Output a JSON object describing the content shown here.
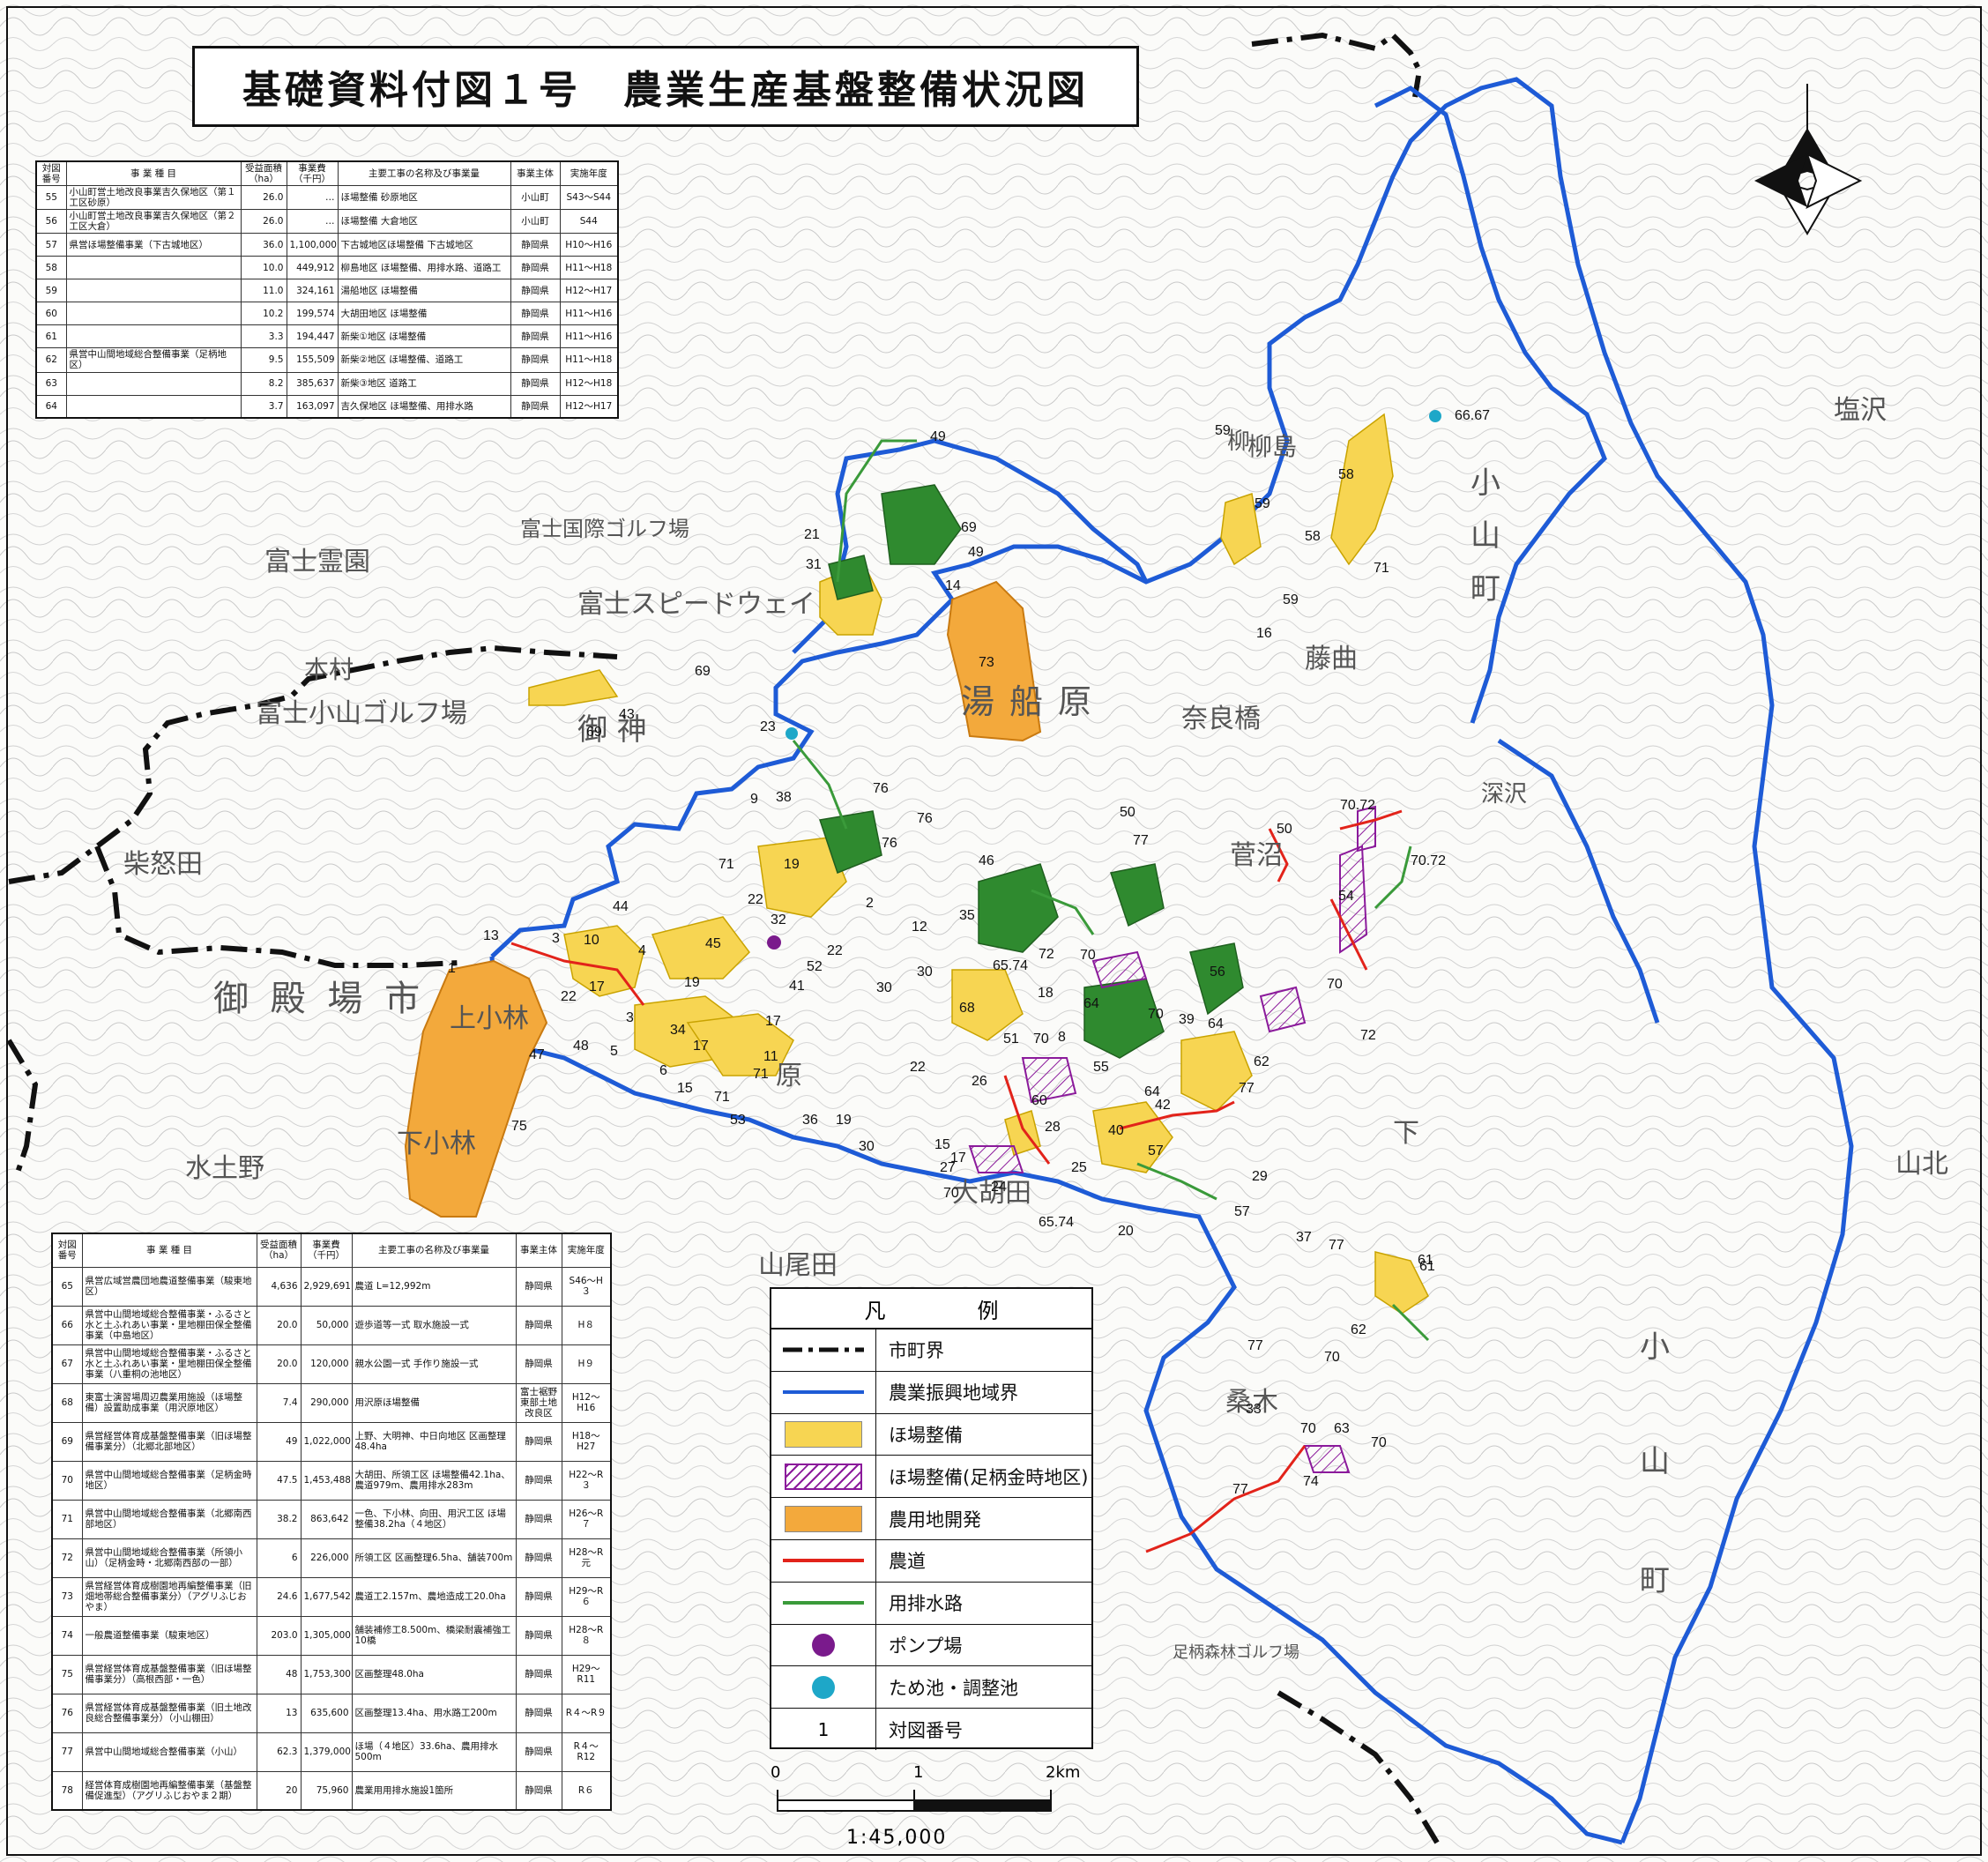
{
  "title": "基礎資料付図１号　農業生産基盤整備状況図",
  "table_top": {
    "headers": [
      "対図番号",
      "事 業 種 目",
      "受益面積（ha）",
      "事業費（千円）",
      "主要工事の名称及び事業量",
      "事業主体",
      "実施年度"
    ],
    "rows": [
      {
        "no": "55",
        "name": "小山町営土地改良事業吉久保地区（第１工区砂原）",
        "area": "26.0",
        "cost": "…",
        "work": "ほ場整備 砂原地区",
        "entity": "小山町",
        "year": "S43～S44"
      },
      {
        "no": "56",
        "name": "小山町営土地改良事業吉久保地区（第２工区大倉）",
        "area": "26.0",
        "cost": "…",
        "work": "ほ場整備 大倉地区",
        "entity": "小山町",
        "year": "S44"
      },
      {
        "no": "57",
        "name": "県営ほ場整備事業（下古城地区）",
        "area": "36.0",
        "cost": "1,100,000",
        "work": "下古城地区ほ場整備 下古城地区",
        "entity": "静岡県",
        "year": "H10～H16"
      },
      {
        "no": "58",
        "name": "",
        "area": "10.0",
        "cost": "449,912",
        "work": "柳島地区 ほ場整備、用排水路、道路工",
        "entity": "静岡県",
        "year": "H11～H18"
      },
      {
        "no": "59",
        "name": "",
        "area": "11.0",
        "cost": "324,161",
        "work": "湯船地区 ほ場整備",
        "entity": "静岡県",
        "year": "H12～H17"
      },
      {
        "no": "60",
        "name": "",
        "area": "10.2",
        "cost": "199,574",
        "work": "大胡田地区 ほ場整備",
        "entity": "静岡県",
        "year": "H11～H16"
      },
      {
        "no": "61",
        "name": "",
        "area": "3.3",
        "cost": "194,447",
        "work": "新柴①地区 ほ場整備",
        "entity": "静岡県",
        "year": "H11～H16"
      },
      {
        "no": "62",
        "name": "県営中山間地域総合整備事業（足柄地区）",
        "area": "9.5",
        "cost": "155,509",
        "work": "新柴②地区 ほ場整備、道路工",
        "entity": "静岡県",
        "year": "H11～H18"
      },
      {
        "no": "63",
        "name": "",
        "area": "8.2",
        "cost": "385,637",
        "work": "新柴③地区 道路工",
        "entity": "静岡県",
        "year": "H12～H18"
      },
      {
        "no": "64",
        "name": "",
        "area": "3.7",
        "cost": "163,097",
        "work": "吉久保地区 ほ場整備、用排水路",
        "entity": "静岡県",
        "year": "H12～H17"
      }
    ]
  },
  "table_bottom": {
    "headers": [
      "対図番号",
      "事 業 種 目",
      "受益面積（ha）",
      "事業費（千円）",
      "主要工事の名称及び事業量",
      "事業主体",
      "実施年度"
    ],
    "rows": [
      {
        "no": "65",
        "name": "県営広域営農団地農道整備事業（駿東地区）",
        "area": "4,636",
        "cost": "2,929,691",
        "work": "農道 L=12,992m",
        "entity": "静岡県",
        "year": "S46～H３"
      },
      {
        "no": "66",
        "name": "県営中山間地域総合整備事業・ふるさと水と土ふれあい事業・里地棚田保全整備事業（中島地区）",
        "area": "20.0",
        "cost": "50,000",
        "work": "遊歩道等一式 取水施設一式",
        "entity": "静岡県",
        "year": "H８"
      },
      {
        "no": "67",
        "name": "県営中山間地域総合整備事業・ふるさと水と土ふれあい事業・里地棚田保全整備事業（八重桐の池地区）",
        "area": "20.0",
        "cost": "120,000",
        "work": "親水公園一式 手作り施設一式",
        "entity": "静岡県",
        "year": "H９"
      },
      {
        "no": "68",
        "name": "東富士演習場周辺農業用施設（ほ場整備）設置助成事業（用沢原地区）",
        "area": "7.4",
        "cost": "290,000",
        "work": "用沢原ほ場整備",
        "entity": "富士裾野東部土地改良区",
        "year": "H12～H16"
      },
      {
        "no": "69",
        "name": "県営経営体育成基盤整備事業（旧ほ場整備事業分）（北郷北部地区）",
        "area": "49",
        "cost": "1,022,000",
        "work": "上野、大明神、中日向地区 区画整理48.4ha",
        "entity": "静岡県",
        "year": "H18～H27"
      },
      {
        "no": "70",
        "name": "県営中山間地域総合整備事業（足柄金時地区）",
        "area": "47.5",
        "cost": "1,453,488",
        "work": "大胡田、所領工区 ほ場整備42.1ha、農道979m、農用排水283m",
        "entity": "静岡県",
        "year": "H22～R３"
      },
      {
        "no": "71",
        "name": "県営中山間地域総合整備事業（北郷南西部地区）",
        "area": "38.2",
        "cost": "863,642",
        "work": "一色、下小林、向田、用沢工区 ほ場整備38.2ha（４地区）",
        "entity": "静岡県",
        "year": "H26～R７"
      },
      {
        "no": "72",
        "name": "県営中山間地域総合整備事業（所領小山）（足柄金時・北郷南西部の一部）",
        "area": "6",
        "cost": "226,000",
        "work": "所領工区 区画整理6.5ha、舗装700m",
        "entity": "静岡県",
        "year": "H28～R元"
      },
      {
        "no": "73",
        "name": "県営経営体育成樹園地再編整備事業（旧畑地帯総合整備事業分）（アグリふじおやま）",
        "area": "24.6",
        "cost": "1,677,542",
        "work": "農道工2.157m、農地造成工20.0ha",
        "entity": "静岡県",
        "year": "H29～R６"
      },
      {
        "no": "74",
        "name": "一般農道整備事業（駿東地区）",
        "area": "203.0",
        "cost": "1,305,000",
        "work": "舗装補修工8.500m、橋梁耐震補強工10橋",
        "entity": "静岡県",
        "year": "H28～R８"
      },
      {
        "no": "75",
        "name": "県営経営体育成基盤整備事業（旧ほ場整備事業分）（高根西部・一色）",
        "area": "48",
        "cost": "1,753,300",
        "work": "区画整理48.0ha",
        "entity": "静岡県",
        "year": "H29～R11"
      },
      {
        "no": "76",
        "name": "県営経営体育成基盤整備事業（旧土地改良総合整備事業分）（小山棚田）",
        "area": "13",
        "cost": "635,600",
        "work": "区画整理13.4ha、用水路工200m",
        "entity": "静岡県",
        "year": "R４～R９"
      },
      {
        "no": "77",
        "name": "県営中山間地域総合整備事業（小山）",
        "area": "62.3",
        "cost": "1,379,000",
        "work": "ほ場（４地区）33.6ha、農用排水500m",
        "entity": "静岡県",
        "year": "R４～R12"
      },
      {
        "no": "78",
        "name": "経営体育成樹園地再編整備事業（基盤整備促進型）（アグリふじおやま２期）",
        "area": "20",
        "cost": "75,960",
        "work": "農業用用排水施設1箇所",
        "entity": "静岡県",
        "year": "R６"
      }
    ]
  },
  "legend": {
    "title": "凡　例",
    "items": [
      {
        "label": "市町界",
        "kind": "dashdot",
        "color": "#111111"
      },
      {
        "label": "農業振興地域界",
        "kind": "line",
        "color": "#1e5bd6"
      },
      {
        "label": "ほ場整備",
        "kind": "fill",
        "color": "#f7d552"
      },
      {
        "label": "ほ場整備(足柄金時地区)",
        "kind": "hatch",
        "color": "#8b1a9b"
      },
      {
        "label": "農用地開発",
        "kind": "fill",
        "color": "#f3a93c"
      },
      {
        "label": "農道",
        "kind": "line",
        "color": "#e2231a"
      },
      {
        "label": "用排水路",
        "kind": "line",
        "color": "#3a9a3a"
      },
      {
        "label": "ポンプ場",
        "kind": "dot",
        "color": "#7a1a8c"
      },
      {
        "label": "ため池・調整池",
        "kind": "dot",
        "color": "#1ea7c8"
      },
      {
        "label": "対図番号",
        "kind": "text",
        "symbol": "1"
      }
    ]
  },
  "scale": {
    "ticks": [
      "0",
      "1",
      "2km"
    ],
    "ratio": "1:45,000"
  },
  "place_labels": [
    {
      "id": "place-yubunehara-1",
      "text": "湯"
    },
    {
      "id": "place-yubunehara-2",
      "text": "船"
    },
    {
      "id": "place-yubunehara-3",
      "text": "原"
    },
    {
      "id": "place-gotemba",
      "text": "御 殿 場 市"
    },
    {
      "id": "place-oyama-1",
      "text": "小"
    },
    {
      "id": "place-oyama-2",
      "text": "山"
    },
    {
      "id": "place-oyama-3",
      "text": "町"
    },
    {
      "id": "place-oyama-b1",
      "text": "小"
    },
    {
      "id": "place-oyama-b2",
      "text": "山"
    },
    {
      "id": "place-oyama-b3",
      "text": "町"
    },
    {
      "id": "place-fujiyuki",
      "text": "富士霊園"
    },
    {
      "id": "place-speedway",
      "text": "富士スピードウェイ"
    },
    {
      "id": "place-golf-oyama",
      "text": "富士小山ゴルフ場"
    },
    {
      "id": "place-golf-ashigara",
      "text": "足柄森林ゴルフ場"
    },
    {
      "id": "place-kamishobayashi",
      "text": "上小林"
    },
    {
      "id": "place-shimokobayashi",
      "text": "下小林"
    },
    {
      "id": "place-mizutsuchino",
      "text": "水土野"
    },
    {
      "id": "place-kashiwada",
      "text": "柴怒田"
    },
    {
      "id": "place-ogota",
      "text": "大胡田"
    },
    {
      "id": "place-yamaoda",
      "text": "山尾田"
    },
    {
      "id": "place-yagiasawa",
      "text": "柳島"
    },
    {
      "id": "place-fujita",
      "text": "藤曲"
    },
    {
      "id": "place-naraba",
      "text": "奈良橋"
    },
    {
      "id": "place-kuwaki",
      "text": "桑木"
    },
    {
      "id": "place-yanagi",
      "text": "柳"
    },
    {
      "id": "place-gotemba-golf",
      "text": "富士国際ゴルフ場"
    },
    {
      "id": "place-kamino",
      "text": "御 神"
    },
    {
      "id": "place-honmura",
      "text": "本村"
    },
    {
      "id": "place-hara",
      "text": "原"
    },
    {
      "id": "place-oshawa",
      "text": "塩沢"
    },
    {
      "id": "place-sugawara",
      "text": "菅沼"
    },
    {
      "id": "place-shimo",
      "text": "下"
    },
    {
      "id": "place-yamakita",
      "text": "山北"
    },
    {
      "id": "place-fukasawa",
      "text": "深沢"
    }
  ],
  "area_numbers": [
    "49",
    "69",
    "21",
    "31",
    "14",
    "49",
    "73",
    "69",
    "43",
    "69",
    "23",
    "9",
    "38",
    "76",
    "76",
    "76",
    "50",
    "50",
    "77",
    "70.72",
    "70.72",
    "54",
    "59",
    "59",
    "58",
    "58",
    "71",
    "59",
    "16",
    "66.67",
    "71",
    "19",
    "22",
    "32",
    "45",
    "44",
    "13",
    "3",
    "10",
    "4",
    "1",
    "22",
    "17",
    "19",
    "3",
    "34",
    "17",
    "48",
    "47",
    "5",
    "6",
    "15",
    "71",
    "53",
    "36",
    "19",
    "30",
    "22",
    "26",
    "60",
    "28",
    "40",
    "57",
    "29",
    "57",
    "25",
    "17",
    "15",
    "27",
    "70",
    "24",
    "65.74",
    "20",
    "37",
    "77",
    "61",
    "62",
    "77",
    "70",
    "33",
    "70",
    "63",
    "70",
    "74",
    "77",
    "46",
    "35",
    "12",
    "2",
    "65.74",
    "72",
    "70",
    "18",
    "64",
    "56",
    "70",
    "39",
    "64",
    "62",
    "70",
    "72",
    "51",
    "70",
    "8",
    "55",
    "64",
    "42",
    "77",
    "68",
    "30",
    "17",
    "11",
    "30",
    "22",
    "52",
    "41",
    "71",
    "61",
    "75"
  ],
  "colors": {
    "boundary": "#1e5bd6",
    "paddy": "#f7d552",
    "development": "#f3a93c",
    "forest_green": "#2f8a2f",
    "farm_road": "#e2231a",
    "canal": "#3a9a3a",
    "pump": "#7a1a8c",
    "pond": "#1ea7c8"
  }
}
